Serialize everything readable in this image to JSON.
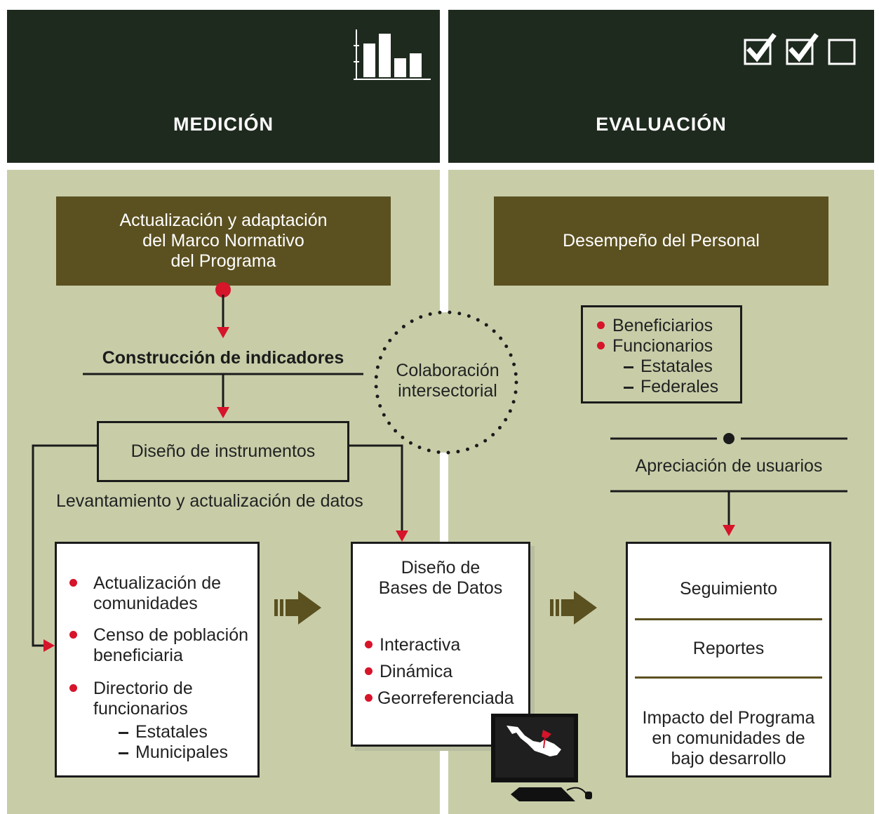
{
  "headers": {
    "left": "MEDICIÓN",
    "right": "EVALUACIÓN"
  },
  "medicion": {
    "top_box": [
      "Actualización y adaptación",
      "del Marco Normativo",
      "del Programa"
    ],
    "construccion": "Construcción de indicadores",
    "diseno_instrumentos": "Diseño de instrumentos",
    "levantamiento": "Levantamiento y actualización de datos",
    "list_box": {
      "items": [
        [
          "Actualización de",
          "comunidades"
        ],
        [
          "Censo de población",
          "beneficiaria"
        ],
        [
          "Directorio de",
          "funcionarios"
        ]
      ],
      "sub_items": [
        "Estatales",
        "Municipales"
      ]
    }
  },
  "colaboracion": [
    "Colaboración",
    "intersectorial"
  ],
  "bases_datos": {
    "title": [
      "Diseño de",
      "Bases de Datos"
    ],
    "items": [
      "Interactiva",
      "Dinámica",
      "Georreferenciada"
    ]
  },
  "evaluacion": {
    "top_box": "Desempeño del Personal",
    "personal_box": {
      "items": [
        "Beneficiarios",
        "Funcionarios"
      ],
      "sub_items": [
        "Estatales",
        "Federales"
      ]
    },
    "apreciacion": "Apreciación de usuarios",
    "results": {
      "seguimiento": "Seguimiento",
      "reportes": "Reportes",
      "impacto": [
        "Impacto del Programa",
        "en comunidades de",
        "bajo desarrollo"
      ]
    }
  },
  "icons": {
    "chart": "bar-chart-icon",
    "checkboxes": "checkbox-icons",
    "computer": "computer-mexico-map-icon"
  },
  "colors": {
    "header_bg": "#1f2a1e",
    "panel_bg": "#c8cda8",
    "olive_box": "#5b5020",
    "accent_red": "#d6142a",
    "arrow_olive": "#5b5020"
  }
}
